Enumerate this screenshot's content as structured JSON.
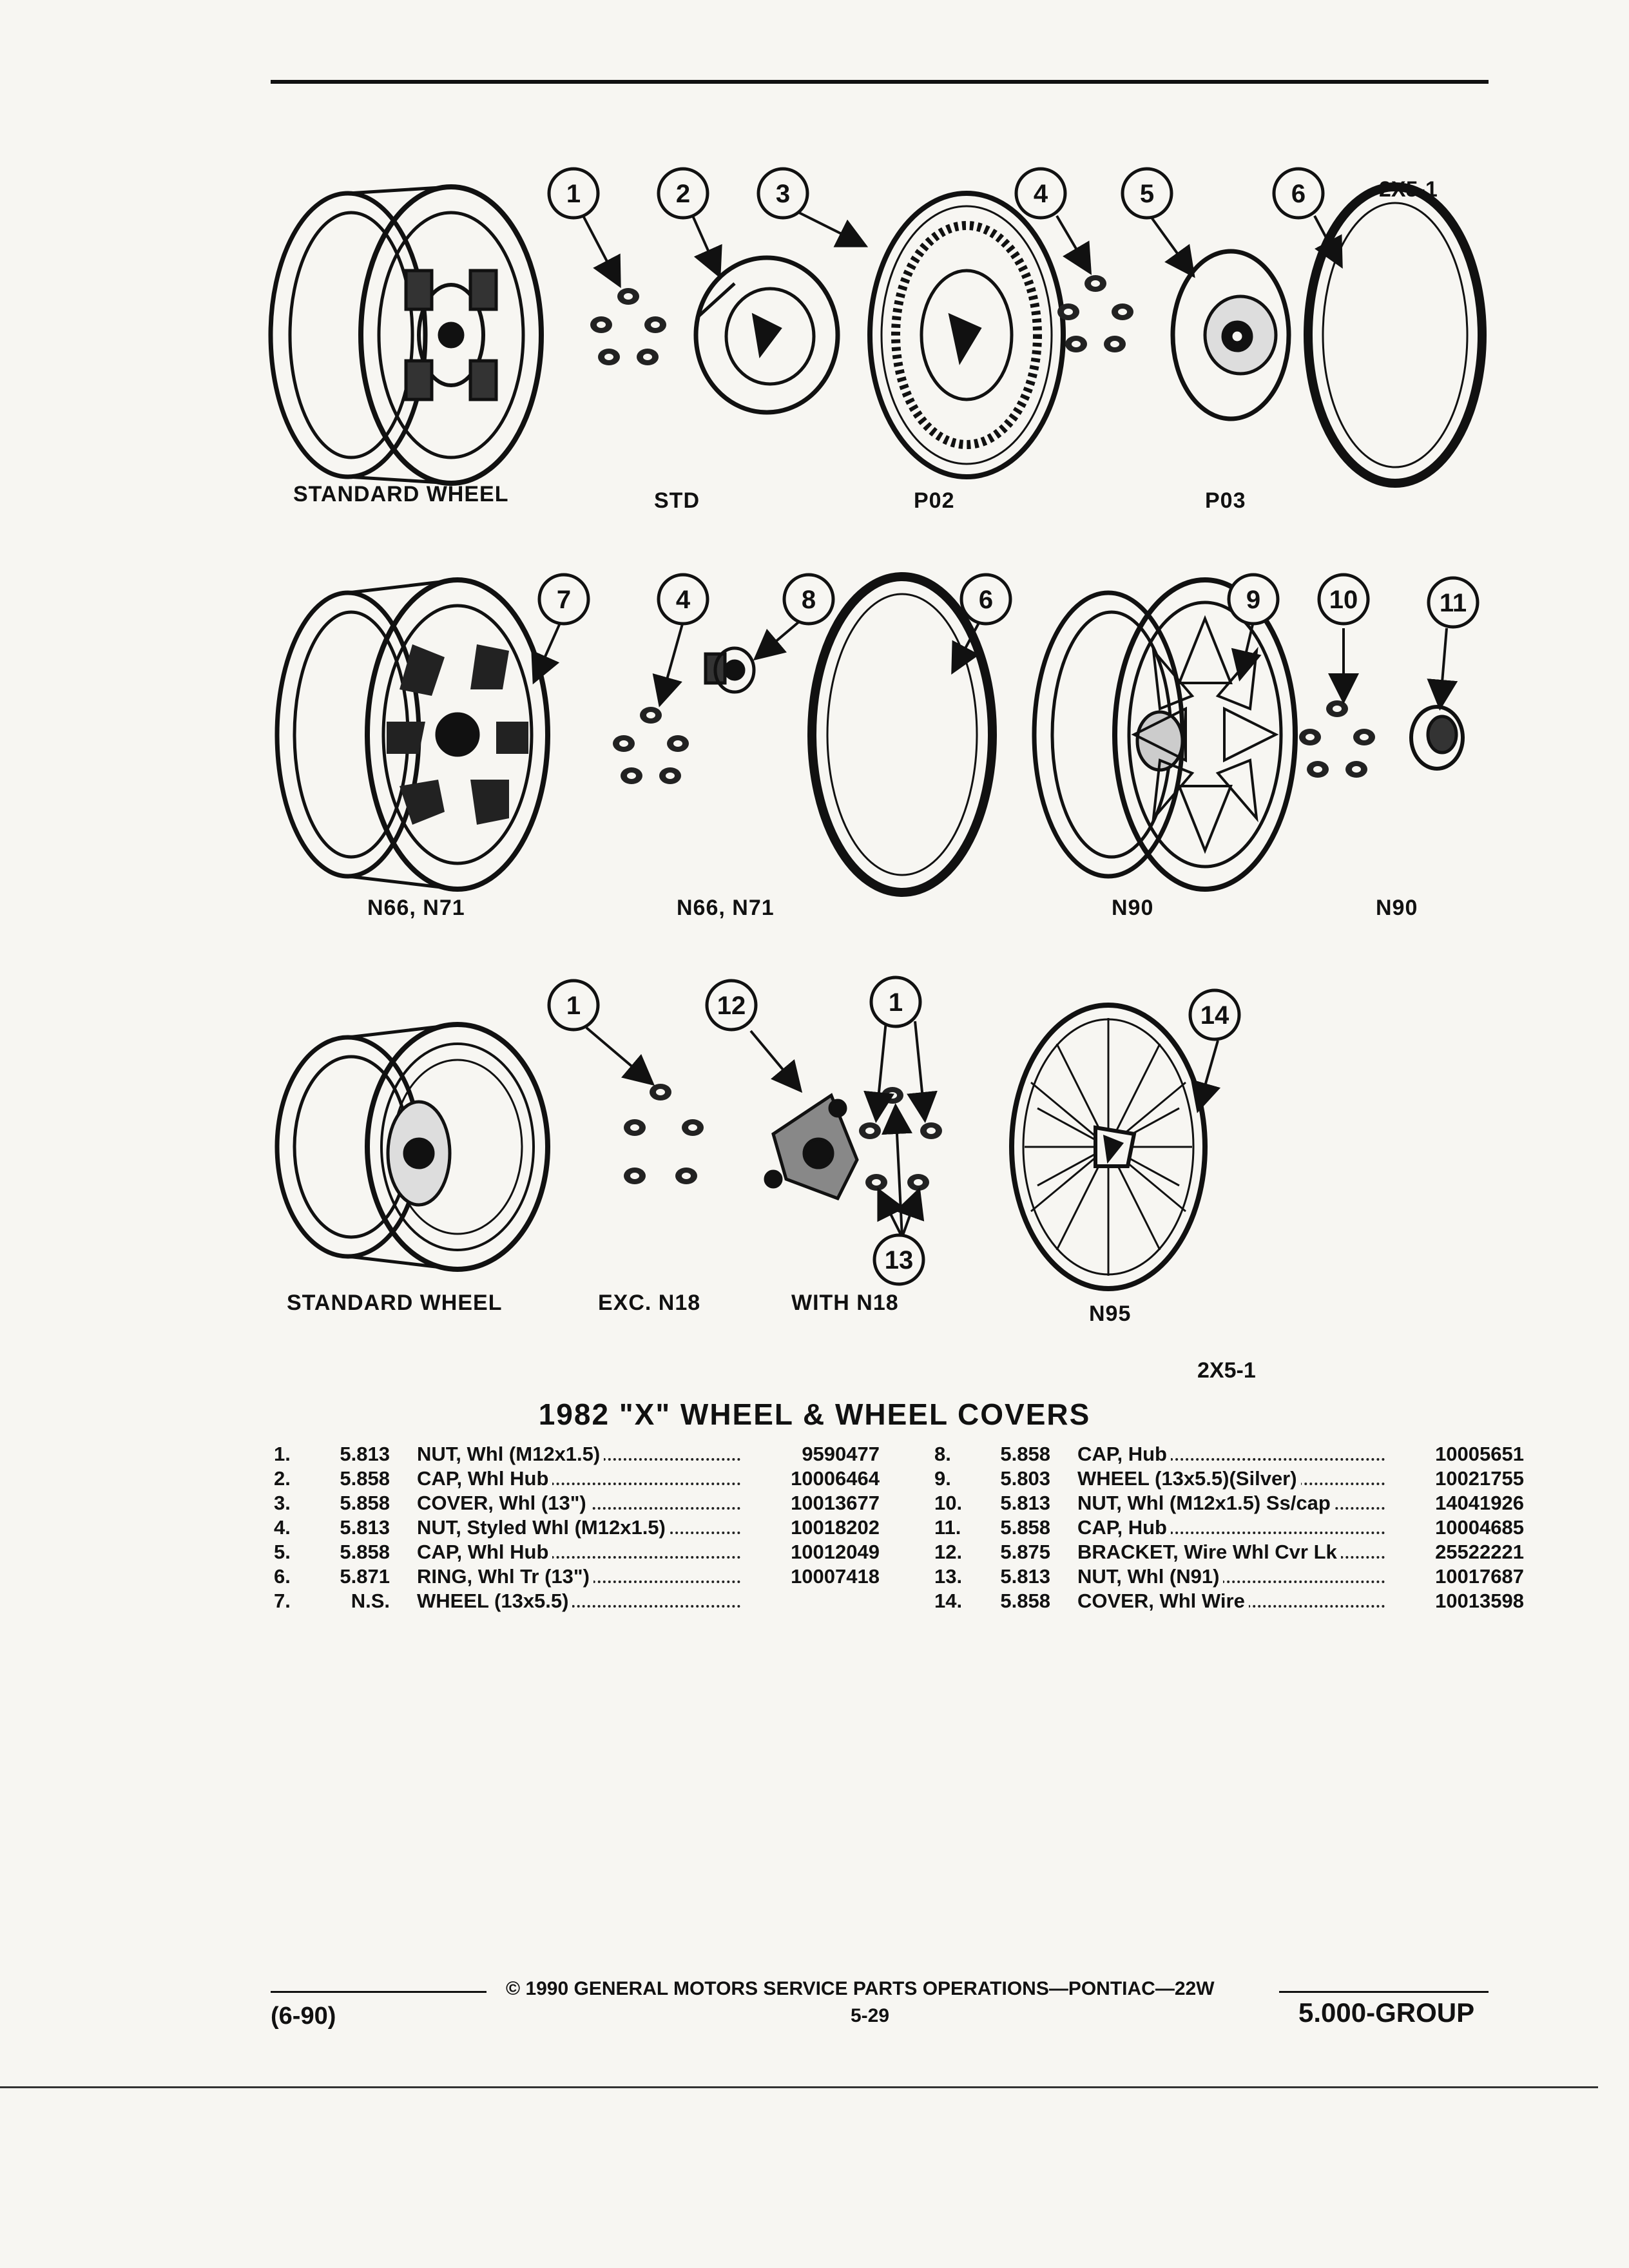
{
  "figure": {
    "code_top": "2X5-1",
    "code_bottom": "2X5-1",
    "callouts": [
      "1",
      "2",
      "3",
      "4",
      "5",
      "6",
      "7",
      "4",
      "8",
      "6",
      "9",
      "10",
      "11",
      "1",
      "12",
      "1",
      "13",
      "14"
    ],
    "captions": {
      "row1": [
        "STANDARD WHEEL",
        "STD",
        "P02",
        "P03"
      ],
      "row2": [
        "N66, N71",
        "N66, N71",
        "N90",
        "N90"
      ],
      "row3": [
        "STANDARD WHEEL",
        "EXC. N18",
        "WITH N18",
        "N95"
      ]
    }
  },
  "title": "1982 \"X\" WHEEL & WHEEL COVERS",
  "parts_left": [
    {
      "num": "1.",
      "group": "5.813",
      "name": "NUT,",
      "desc": "Whl (M12x1.5)",
      "pn": "9590477"
    },
    {
      "num": "2.",
      "group": "5.858",
      "name": "CAP,",
      "desc": "Whl Hub",
      "pn": "10006464"
    },
    {
      "num": "3.",
      "group": "5.858",
      "name": "COVER,",
      "desc": "Whl (13\")",
      "pn": "10013677"
    },
    {
      "num": "4.",
      "group": "5.813",
      "name": "NUT,",
      "desc": "Styled Whl (M12x1.5)",
      "pn": "10018202"
    },
    {
      "num": "5.",
      "group": "5.858",
      "name": "CAP,",
      "desc": "Whl Hub",
      "pn": "10012049"
    },
    {
      "num": "6.",
      "group": "5.871",
      "name": "RING,",
      "desc": "Whl Tr (13\")",
      "pn": "10007418"
    },
    {
      "num": "7.",
      "group": "N.S.",
      "name": "WHEEL",
      "desc": "(13x5.5)",
      "pn": ""
    }
  ],
  "parts_right": [
    {
      "num": "8.",
      "group": "5.858",
      "name": "CAP,",
      "desc": "Hub",
      "pn": "10005651"
    },
    {
      "num": "9.",
      "group": "5.803",
      "name": "WHEEL",
      "desc": "(13x5.5)(Silver)",
      "pn": "10021755"
    },
    {
      "num": "10.",
      "group": "5.813",
      "name": "NUT,",
      "desc": "Whl (M12x1.5) Ss/cap",
      "pn": "14041926"
    },
    {
      "num": "11.",
      "group": "5.858",
      "name": "CAP,",
      "desc": "Hub",
      "pn": "10004685"
    },
    {
      "num": "12.",
      "group": "5.875",
      "name": "BRACKET,",
      "desc": "Wire Whl Cvr Lk",
      "pn": "25522221"
    },
    {
      "num": "13.",
      "group": "5.813",
      "name": "NUT,",
      "desc": "Whl (N91)",
      "pn": "10017687"
    },
    {
      "num": "14.",
      "group": "5.858",
      "name": "COVER,",
      "desc": "Whl Wire",
      "pn": "10013598"
    }
  ],
  "footer": {
    "copyright": "© 1990 GENERAL MOTORS SERVICE PARTS OPERATIONS—PONTIAC—22W",
    "date": "(6-90)",
    "page": "5-29",
    "group": "5.000-GROUP"
  }
}
